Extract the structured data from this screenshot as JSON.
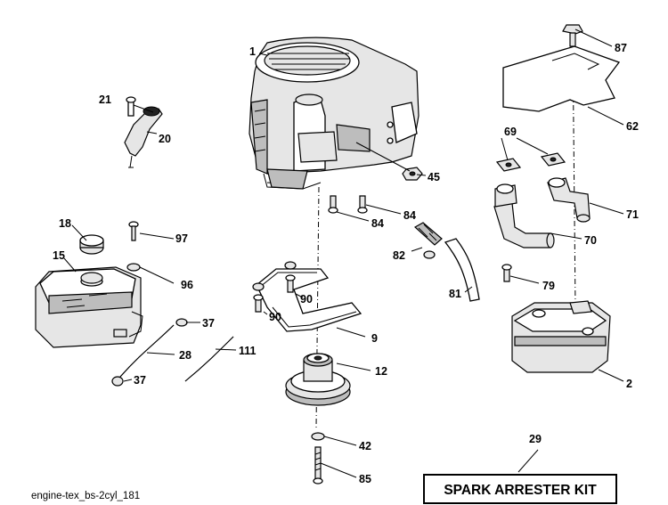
{
  "callouts": {
    "c1": "1",
    "c2": "2",
    "c9": "9",
    "c12": "12",
    "c15": "15",
    "c18": "18",
    "c20": "20",
    "c21": "21",
    "c28": "28",
    "c29": "29",
    "c37a": "37",
    "c37b": "37",
    "c42": "42",
    "c45": "45",
    "c62": "62",
    "c69": "69",
    "c70": "70",
    "c71": "71",
    "c79": "79",
    "c81": "81",
    "c82": "82",
    "c84a": "84",
    "c84b": "84",
    "c85": "85",
    "c87": "87",
    "c90a": "90",
    "c90b": "90",
    "c96": "96",
    "c97": "97",
    "c111": "111"
  },
  "caption": "engine-tex_bs-2cyl_181",
  "kit_label": "SPARK ARRESTER KIT"
}
